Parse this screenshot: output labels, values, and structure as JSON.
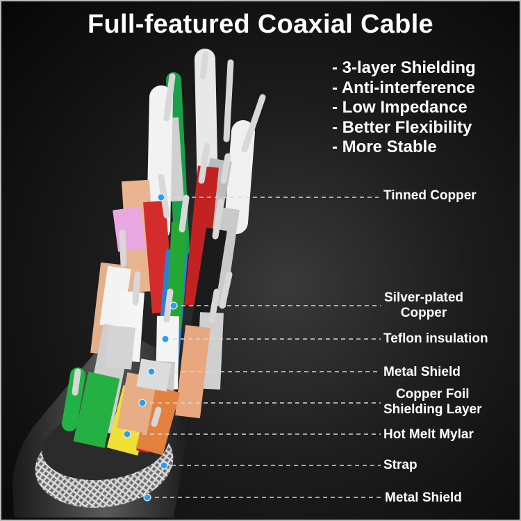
{
  "title": "Full-featured Coaxial Cable",
  "features": [
    "- 3-layer Shielding",
    "- Anti-interference",
    "- Low Impedance",
    "- Better Flexibility",
    "- More Stable"
  ],
  "labels": {
    "tinned_copper": "Tinned Copper",
    "silver_plated_copper_line1": "Silver-plated",
    "silver_plated_copper_line2": "Copper",
    "teflon_insulation": "Teflon insulation",
    "metal_shield_inner": "Metal Shield",
    "copper_foil_line1": "Copper Foil",
    "copper_foil_line2": "Shielding Layer",
    "hot_melt_mylar": "Hot Melt Mylar",
    "strap": "Strap",
    "metal_shield_outer": "Metal Shield"
  },
  "colors": {
    "background": "#1c1c1c",
    "label_text": "#ffffff",
    "callout_dot": "#2a9df4",
    "callout_line": "#d8d8d8"
  }
}
